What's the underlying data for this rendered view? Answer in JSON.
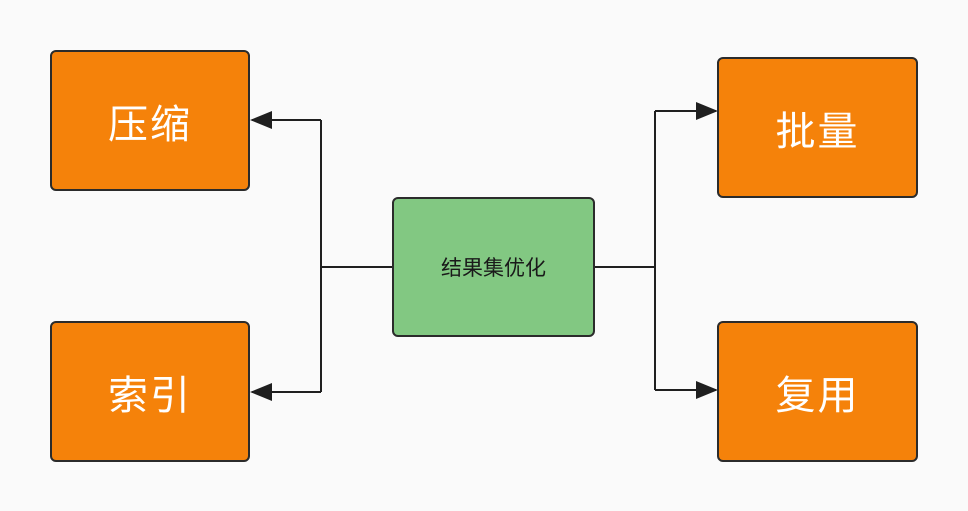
{
  "diagram": {
    "center": {
      "label": "结果集优化",
      "color": "#82c882"
    },
    "left_nodes": [
      {
        "id": "compress",
        "label": "压缩"
      },
      {
        "id": "index",
        "label": "索引"
      }
    ],
    "right_nodes": [
      {
        "id": "batch",
        "label": "批量"
      },
      {
        "id": "reuse",
        "label": "复用"
      }
    ],
    "colors": {
      "leaf_fill": "#f5820a",
      "leaf_text": "#ffffff",
      "border": "#2b2b2b",
      "connector": "#1f1f1f"
    }
  }
}
